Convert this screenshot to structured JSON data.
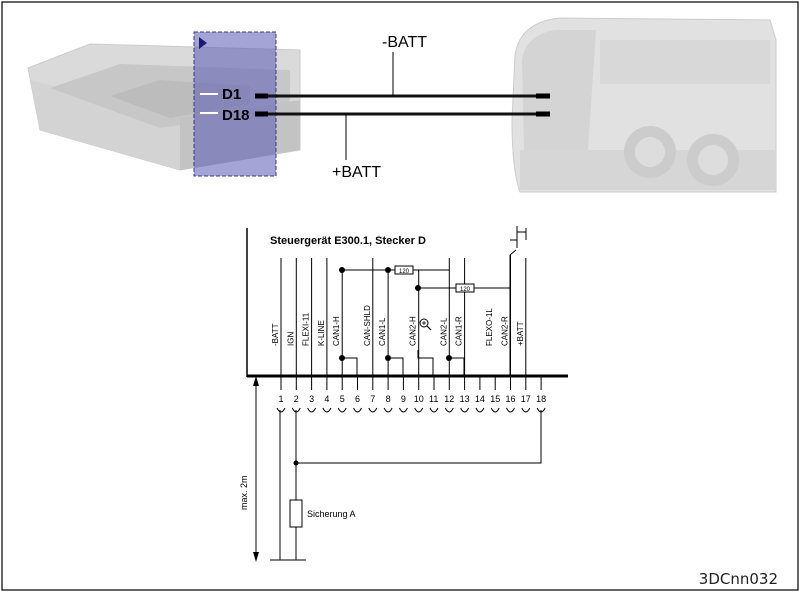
{
  "overview": {
    "wire_minus_label": "-BATT",
    "wire_plus_label": "+BATT",
    "pin_top_label": "D1",
    "pin_bottom_label": "D18"
  },
  "schematic": {
    "title": "Steuergerät E300.1, Stecker D",
    "pin_names": [
      "-BATT",
      "IGN",
      "FLEXI-11",
      "K-LINE",
      "CAN1-H",
      "",
      "CAN-SHLD",
      "CAN1-L",
      "",
      "CAN2-H",
      "",
      "CAN2-L",
      "CAN1-R",
      "",
      "FLEXO-1L",
      "CAN2-R",
      "+BATT",
      ""
    ],
    "pin_numbers": [
      "1",
      "2",
      "3",
      "4",
      "5",
      "6",
      "7",
      "8",
      "9",
      "10",
      "11",
      "12",
      "13",
      "14",
      "15",
      "16",
      "17",
      "18"
    ],
    "resistor_1": "120",
    "resistor_2": "120",
    "fuse_label": "Sicherung A",
    "length_label": "max. 2m"
  },
  "reference": "3DCnn032",
  "colors": {
    "connector_overlay": "#5a5ab4",
    "frame": "#000000"
  }
}
